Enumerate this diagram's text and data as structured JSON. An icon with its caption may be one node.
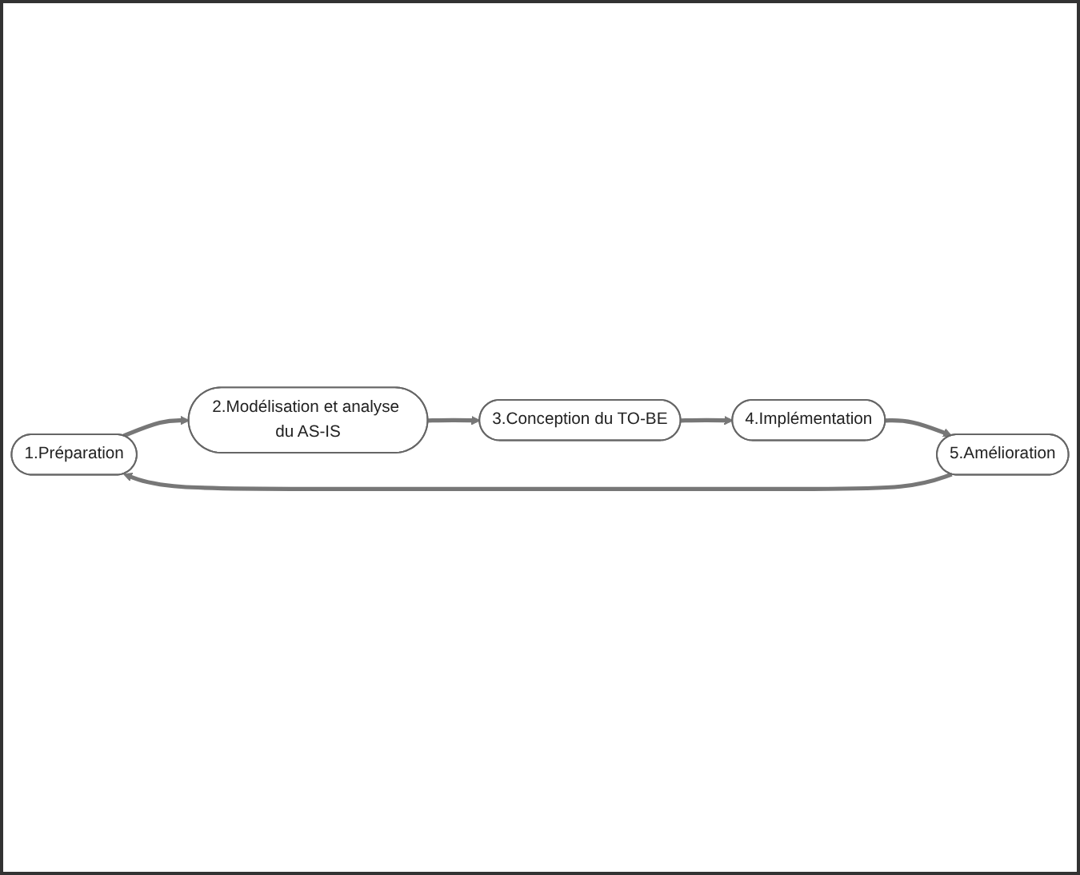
{
  "diagram": {
    "nodes": [
      {
        "text": [
          "1.Préparation"
        ]
      },
      {
        "text": [
          "2.Modélisation et analyse du AS-IS"
        ]
      },
      {
        "text": [
          "3.Conception du TO-BE"
        ]
      },
      {
        "text": [
          "4.Implémentation"
        ]
      },
      {
        "text": [
          "5.Amélioration"
        ]
      }
    ],
    "edges": [
      {
        "from": 0,
        "to": 1,
        "arrow": "to"
      },
      {
        "from": 1,
        "to": 2,
        "arrow": "to"
      },
      {
        "from": 2,
        "to": 3,
        "arrow": "to"
      },
      {
        "from": 3,
        "to": 4,
        "arrow": "to"
      },
      {
        "from": 4,
        "to": 0,
        "arrow": "to"
      }
    ]
  }
}
